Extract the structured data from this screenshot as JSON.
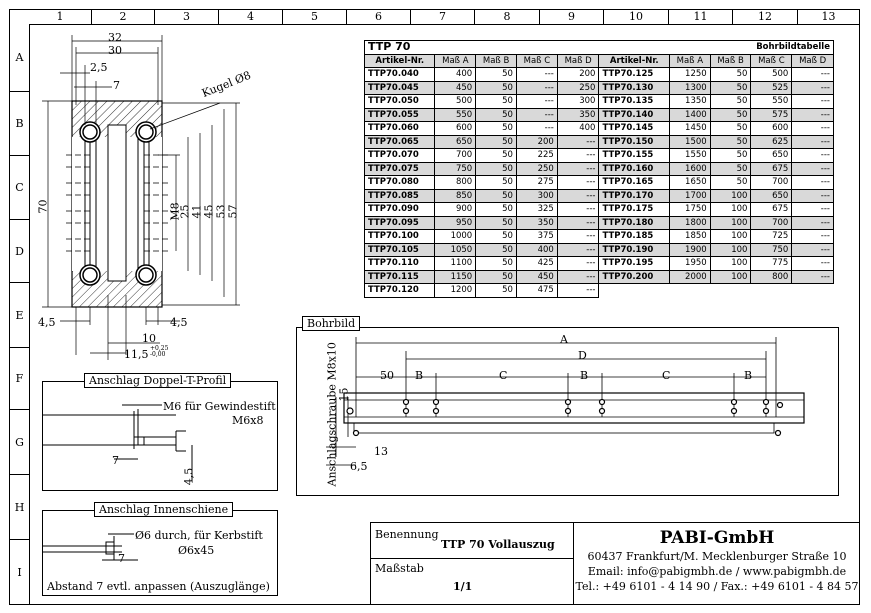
{
  "columns": [
    "1",
    "2",
    "3",
    "4",
    "5",
    "6",
    "7",
    "8",
    "9",
    "10",
    "11",
    "12",
    "13"
  ],
  "rows": [
    "A",
    "B",
    "C",
    "D",
    "E",
    "F",
    "G",
    "H",
    "I"
  ],
  "table": {
    "title": "TTP 70",
    "subtitle": "Bohrbildtabelle",
    "headers": [
      "Artikel-Nr.",
      "Maß A",
      "Maß B",
      "Maß C",
      "Maß D",
      "Artikel-Nr.",
      "Maß A",
      "Maß B",
      "Maß C",
      "Maß D"
    ],
    "rows": [
      [
        "TTP70.040",
        "400",
        "50",
        "---",
        "200",
        "TTP70.125",
        "1250",
        "50",
        "500",
        "---"
      ],
      [
        "TTP70.045",
        "450",
        "50",
        "---",
        "250",
        "TTP70.130",
        "1300",
        "50",
        "525",
        "---"
      ],
      [
        "TTP70.050",
        "500",
        "50",
        "---",
        "300",
        "TTP70.135",
        "1350",
        "50",
        "550",
        "---"
      ],
      [
        "TTP70.055",
        "550",
        "50",
        "---",
        "350",
        "TTP70.140",
        "1400",
        "50",
        "575",
        "---"
      ],
      [
        "TTP70.060",
        "600",
        "50",
        "---",
        "400",
        "TTP70.145",
        "1450",
        "50",
        "600",
        "---"
      ],
      [
        "TTP70.065",
        "650",
        "50",
        "200",
        "---",
        "TTP70.150",
        "1500",
        "50",
        "625",
        "---"
      ],
      [
        "TTP70.070",
        "700",
        "50",
        "225",
        "---",
        "TTP70.155",
        "1550",
        "50",
        "650",
        "---"
      ],
      [
        "TTP70.075",
        "750",
        "50",
        "250",
        "---",
        "TTP70.160",
        "1600",
        "50",
        "675",
        "---"
      ],
      [
        "TTP70.080",
        "800",
        "50",
        "275",
        "---",
        "TTP70.165",
        "1650",
        "50",
        "700",
        "---"
      ],
      [
        "TTP70.085",
        "850",
        "50",
        "300",
        "---",
        "TTP70.170",
        "1700",
        "100",
        "650",
        "---"
      ],
      [
        "TTP70.090",
        "900",
        "50",
        "325",
        "---",
        "TTP70.175",
        "1750",
        "100",
        "675",
        "---"
      ],
      [
        "TTP70.095",
        "950",
        "50",
        "350",
        "---",
        "TTP70.180",
        "1800",
        "100",
        "700",
        "---"
      ],
      [
        "TTP70.100",
        "1000",
        "50",
        "375",
        "---",
        "TTP70.185",
        "1850",
        "100",
        "725",
        "---"
      ],
      [
        "TTP70.105",
        "1050",
        "50",
        "400",
        "---",
        "TTP70.190",
        "1900",
        "100",
        "750",
        "---"
      ],
      [
        "TTP70.110",
        "1100",
        "50",
        "425",
        "---",
        "TTP70.195",
        "1950",
        "100",
        "775",
        "---"
      ],
      [
        "TTP70.115",
        "1150",
        "50",
        "450",
        "---",
        "TTP70.200",
        "2000",
        "100",
        "800",
        "---"
      ],
      [
        "TTP70.120",
        "1200",
        "50",
        "475",
        "---",
        "",
        "",
        "",
        "",
        ""
      ]
    ]
  },
  "section": {
    "dims_top": [
      "32",
      "30",
      "2,5",
      "7"
    ],
    "kugel": "Kugel Ø8",
    "dim_70": "70",
    "dims_right": [
      "M8",
      "25",
      "41",
      "45",
      "53",
      "57"
    ],
    "dim_45l": "4,5",
    "dim_45r": "4,5",
    "dim_10": "10",
    "dim_115": "11,5",
    "tol_plus": "+0,25",
    "tol_minus": "-0,00"
  },
  "doppel": {
    "title": "Anschlag Doppel-T-Profil",
    "note1": "M6 für Gewindestift",
    "note2": "M6x8",
    "dim7": "7",
    "dim45": "4,5"
  },
  "innen": {
    "title": "Anschlag Innenschiene",
    "note1": "Ø6 durch, für Kerbstift",
    "note2": "Ø6x45",
    "dim7": "7",
    "footer": "Abstand 7 evtl. anpassen (Auszuglänge)"
  },
  "bohrbild": {
    "title": "Bohrbild",
    "A": "A",
    "D": "D",
    "labels": [
      "50",
      "B",
      "C",
      "B",
      "C",
      "B"
    ],
    "vertical": "Anschlagschraube M8x10",
    "dim15": "15",
    "dim13": "13",
    "dim65": "6,5"
  },
  "titleblock": {
    "benennung_label": "Benennung",
    "benennung_value": "TTP 70 Vollauszug",
    "massstab_label": "Maßstab",
    "massstab_value": "1/1",
    "company": "PABI-GmbH",
    "address": "60437 Frankfurt/M. Mecklenburger Straße 10",
    "email": "Email: info@pabigmbh.de / www.pabigmbh.de",
    "tel": "Tel.: +49 6101 - 4 14 90 / Fax.: +49 6101 - 4 84 57"
  }
}
